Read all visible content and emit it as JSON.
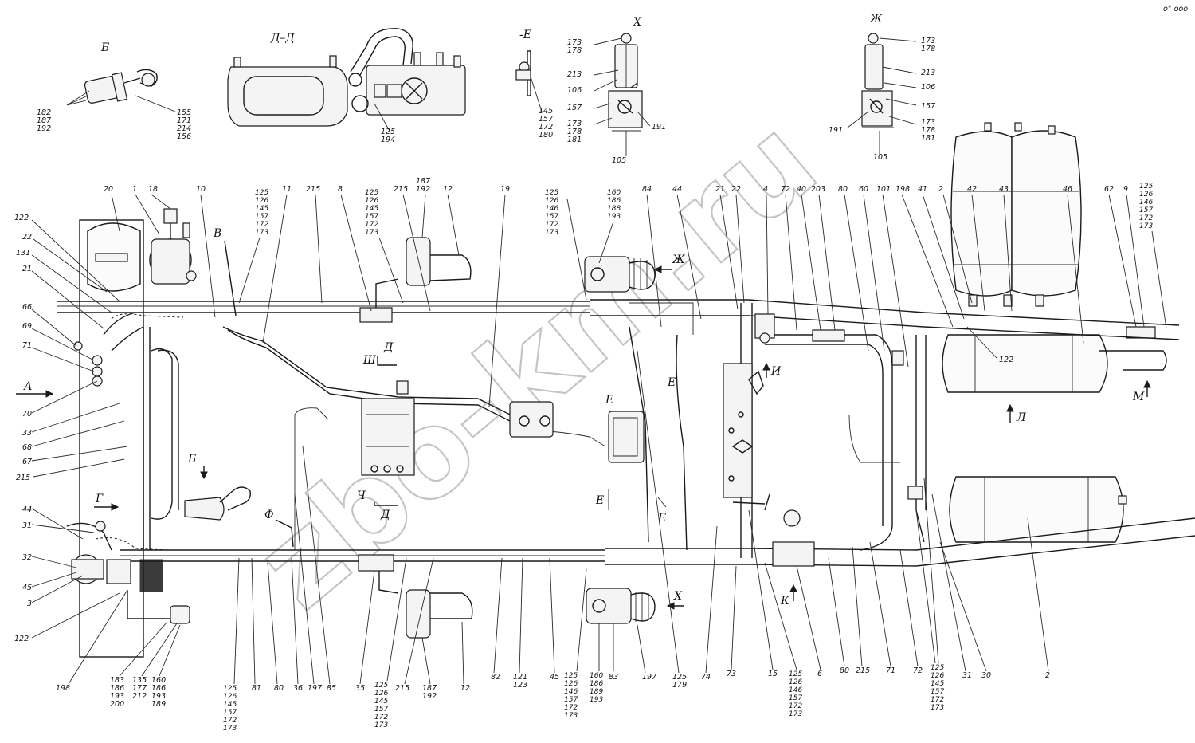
{
  "corner_mark": "о° ооо",
  "views": {
    "b": "Б",
    "dd": "Д–Д",
    "e": "-Е",
    "x": "Х",
    "zh": "Ж",
    "v": "В",
    "a": "А",
    "g": "Г",
    "d_top": "Д",
    "sh": "Ш",
    "b_lower": "Б",
    "f": "Ф",
    "ch": "Ч",
    "d_low": "Д",
    "e1": "Е",
    "e2": "Е",
    "e3": "Е",
    "e4": "Е",
    "i": "И",
    "zh2": "Ж",
    "x2": "Х",
    "k": "К",
    "l": "Л",
    "m": "М"
  },
  "labels": {
    "b_182": "182",
    "b_187": "187",
    "b_192": "192",
    "b_155": "155",
    "b_171": "171",
    "b_214": "214",
    "b_156": "156",
    "dd_125": "125",
    "dd_194": "194",
    "e_145": "145",
    "e_157": "157",
    "e_172": "172",
    "e_180": "180",
    "x_173": "173",
    "x_178": "178",
    "x_213": "213",
    "x_106": "106",
    "x_157": "157",
    "x_173b": "173",
    "x_178b": "178",
    "x_181": "181",
    "x_191": "191",
    "x_105": "105",
    "zh_173": "173",
    "zh_178": "178",
    "zh_213": "213",
    "zh_106": "106",
    "zh_157": "157",
    "zh_173b": "173",
    "zh_178b": "178",
    "zh_181": "181",
    "zh_191": "191",
    "zh_105": "105",
    "t_20": "20",
    "t_1": "1",
    "t_18": "18",
    "t_10": "10",
    "t_125a": "125",
    "t_126a": "126",
    "t_145a": "145",
    "t_157a": "157",
    "t_172a": "172",
    "t_173a": "173",
    "t_11": "11",
    "t_215a": "215",
    "t_8": "8",
    "t_125b": "125",
    "t_126b": "126",
    "t_145b": "145",
    "t_157b": "157",
    "t_172b": "172",
    "t_173b": "173",
    "t_215b": "215",
    "t_187": "187",
    "t_192": "192",
    "t_12": "12",
    "t_19": "19",
    "t_125c": "125",
    "t_126c": "126",
    "t_146c": "146",
    "t_157c": "157",
    "t_172c": "172",
    "t_173c": "173",
    "t_160": "160",
    "t_186": "186",
    "t_188": "188",
    "t_193": "193",
    "t_84": "84",
    "t_44": "44",
    "t_21": "21",
    "t_22": "22",
    "t_4": "4",
    "t_72": "72",
    "t_40": "40",
    "t_203": "203",
    "t_80": "80",
    "t_60": "60",
    "t_101": "101",
    "t_198": "198",
    "t_41": "41",
    "t_2": "2",
    "t_42": "42",
    "t_43": "43",
    "t_46": "46",
    "t_62": "62",
    "t_9": "9",
    "t_125d": "125",
    "t_126d": "126",
    "t_146d": "146",
    "t_157d": "157",
    "t_172d": "172",
    "t_173d": "173",
    "l_122": "122",
    "l_22": "22",
    "l_131": "131",
    "l_21": "21",
    "l_66": "66",
    "l_69": "69",
    "l_71": "71",
    "l_70": "70",
    "l_33": "33",
    "l_68": "68",
    "l_67": "67",
    "l_215": "215",
    "l_44": "44",
    "l_31": "31",
    "l_32": "32",
    "l_45": "45",
    "l_3": "3",
    "l_122b": "122",
    "r_122": "122",
    "bt_198": "198",
    "bt_183": "183",
    "bt_186": "186",
    "bt_193": "193",
    "bt_200": "200",
    "bt_135": "135",
    "bt_177": "177",
    "bt_212": "212",
    "bt_160": "160",
    "bt_186b": "186",
    "bt_193b": "193",
    "bt_189": "189",
    "bt_125a": "125",
    "bt_126a": "126",
    "bt_145a": "145",
    "bt_157a": "157",
    "bt_172a": "172",
    "bt_173a": "173",
    "bt_81": "81",
    "bt_80": "80",
    "bt_36": "36",
    "bt_197": "197",
    "bt_85": "85",
    "bt_35": "35",
    "bt_125b": "125",
    "bt_126b": "126",
    "bt_145b": "145",
    "bt_157b": "157",
    "bt_172b": "172",
    "bt_173b": "173",
    "bt_215": "215",
    "bt_187": "187",
    "bt_192": "192",
    "bt_12": "12",
    "bt_82": "82",
    "bt_121": "121",
    "bt_123": "123",
    "bt_45": "45",
    "bt_125c": "125",
    "bt_126c": "126",
    "bt_146c": "146",
    "bt_157c": "157",
    "bt_172c": "172",
    "bt_173c": "173",
    "bt_186c": "186",
    "bt_189c": "189",
    "bt_193c": "193",
    "bt_83": "83",
    "bt_197b": "197",
    "bt_125d": "125",
    "bt_179": "179",
    "bt_74": "74",
    "bt_73": "73",
    "bt_15": "15",
    "bt_125e": "125",
    "bt_126e": "126",
    "bt_146e": "146",
    "bt_157e": "157",
    "bt_172e": "172",
    "bt_173e": "173",
    "bt_6": "6",
    "bt_80b": "80",
    "bt_215b": "215",
    "bt_71": "71",
    "bt_72": "72",
    "bt_125f": "125",
    "bt_126f": "126",
    "bt_145f": "145",
    "bt_157f": "157",
    "bt_172f": "172",
    "bt_173f": "173",
    "bt_31": "31",
    "bt_30": "30",
    "bt_2": "2"
  },
  "watermark": "zbo-km.ru",
  "colors": {
    "ink": "#1a1a1a",
    "paper": "#ffffff",
    "watermark": "#b8b8b8"
  }
}
